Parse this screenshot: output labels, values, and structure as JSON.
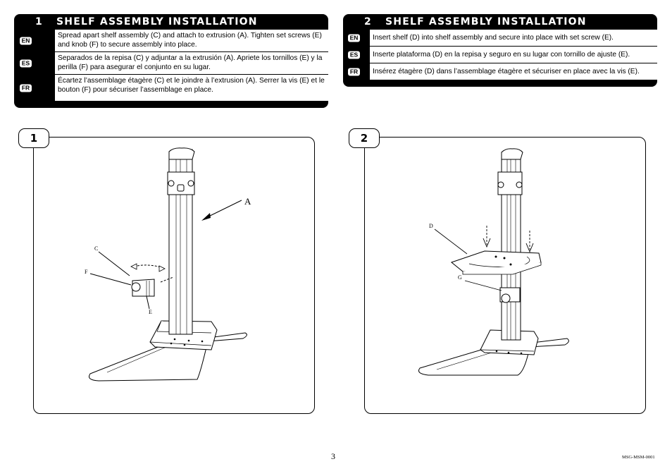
{
  "steps": [
    {
      "number": "1",
      "title": "SHELF ASSEMBLY INSTALLATION",
      "rows": [
        {
          "lang": "EN",
          "text": "Spread apart shelf assembly (C) and attach to extrusion (A). Tighten set screws (E) and knob (F) to secure assembly into place."
        },
        {
          "lang": "ES",
          "text": "Separados de la repisa (C) y adjuntar a la extrusión (A). Apriete los tornillos (E) y la perilla (F) para asegurar el conjunto en su lugar."
        },
        {
          "lang": "FR",
          "text": "Écartez l’assemblage étagère (C) et le joindre à l’extrusion (A). Serrer la vis (E) et le bouton (F) pour sécuriser l’assemblage en place."
        }
      ]
    },
    {
      "number": "2",
      "title": "SHELF ASSEMBLY INSTALLATION",
      "rows": [
        {
          "lang": "EN",
          "text": "Insert shelf (D) into shelf assembly and secure into place with set screw (E)."
        },
        {
          "lang": "ES",
          "text": "Inserte plataforma (D) en la repisa y seguro en su lugar con tornillo de ajuste (E)."
        },
        {
          "lang": "FR",
          "text": "Insérez étagère (D) dans l’assemblage étagère et sécuriser en place avec la vis (E)."
        }
      ]
    }
  ],
  "figures": [
    {
      "badge": "1",
      "labels": {
        "a": "A",
        "c": "C",
        "f": "F",
        "e": "E"
      }
    },
    {
      "badge": "2",
      "labels": {
        "d": "D",
        "g": "G"
      }
    }
  ],
  "footer": {
    "page_number": "3",
    "doc_code": "MSG-MSM-0001"
  },
  "colors": {
    "header_bg": "#000000",
    "text": "#000000",
    "paper": "#ffffff"
  }
}
